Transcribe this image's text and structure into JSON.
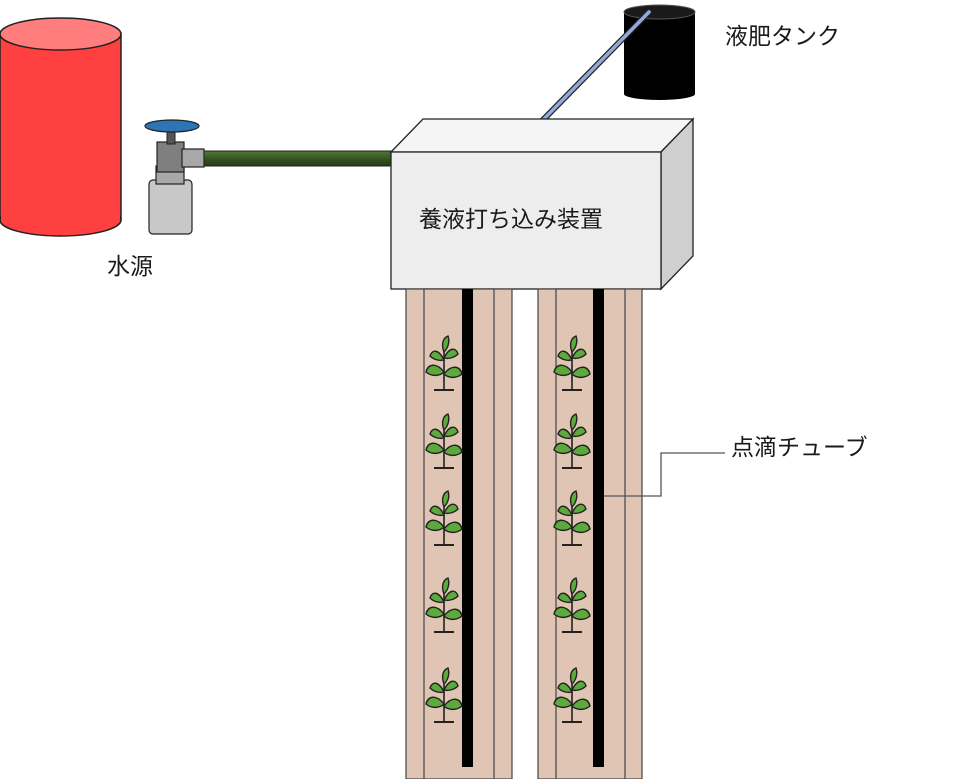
{
  "labels": {
    "water_source": "水源",
    "fertilizer_tank": "液肥タンク",
    "dosing_device": "養液打ち込み装置",
    "drip_tube": "点滴チューブ"
  },
  "rows": [
    {
      "plants": 5
    },
    {
      "plants": 5
    }
  ],
  "colors": {
    "water_tank": "#ff4040",
    "water_tank_top": "#ff7d7d",
    "supply_pipe": "#375623",
    "fert_tank": "#000000",
    "fert_tube": "#8faadc",
    "device_front": "#ededed",
    "device_side": "#cfcfcf",
    "bed": "#e0c4b4",
    "drip_line": "#000000",
    "plant_leaf": "#5daa3c",
    "valve_handle": "#2e75b6"
  }
}
